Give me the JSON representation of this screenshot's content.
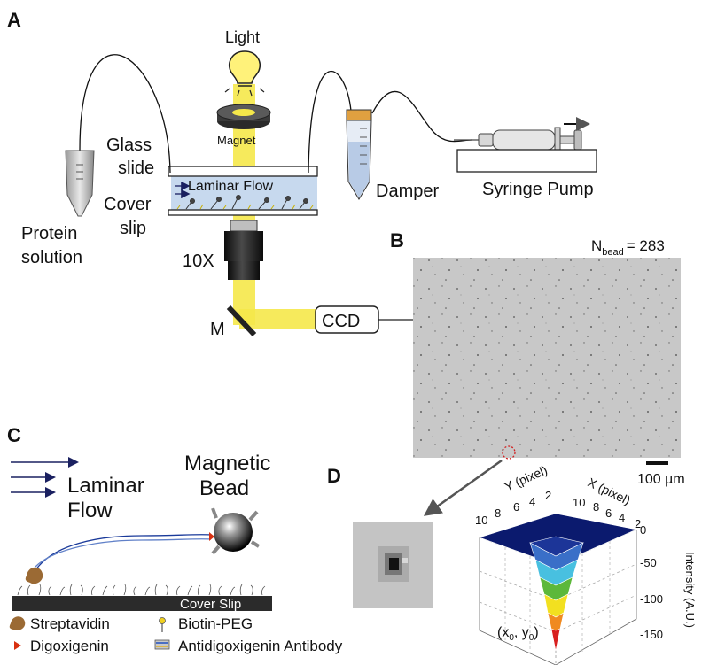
{
  "panels": {
    "a": "A",
    "b": "B",
    "c": "C",
    "d": "D"
  },
  "panel_a": {
    "light": "Light",
    "magnet": "Magnet",
    "glass_slide_1": "Glass",
    "glass_slide_2": "slide",
    "laminar_flow": "Laminar Flow",
    "cover_slip_1": "Cover",
    "cover_slip_2": "slip",
    "protein_1": "Protein",
    "protein_2": "solution",
    "objective": "10X",
    "mirror": "M",
    "ccd": "CCD",
    "damper": "Damper",
    "syringe_pump": "Syringe Pump"
  },
  "panel_b": {
    "n_label": "N",
    "n_sub": "bead",
    "n_value": "= 283",
    "scale_bar": "100 µm"
  },
  "panel_c": {
    "laminar_1": "Laminar",
    "laminar_2": "Flow",
    "bead_1": "Magnetic",
    "bead_2": "Bead",
    "cover_slip": "Cover Slip",
    "legend": {
      "streptavidin": "Streptavidin",
      "biotin_peg": "Biotin-PEG",
      "digoxigenin": "Digoxigenin",
      "antibody": "Antidigoxigenin Antibody"
    }
  },
  "panel_d": {
    "y_axis": "Y (pixel)",
    "x_axis": "X (pixel)",
    "y_ticks": [
      "10",
      "8",
      "6",
      "4",
      "2"
    ],
    "x_ticks": [
      "10",
      "8",
      "6",
      "4",
      "2"
    ],
    "z_label": "Intensity (A.U.)",
    "z_ticks": [
      "0",
      "-50",
      "-100",
      "-150"
    ],
    "center": "(x",
    "center_sub0": "0",
    "center_mid": ", y",
    "center_sub1": "0",
    "center_end": ")"
  },
  "colors": {
    "light_beam": "#f5e84a",
    "flow_cell": "#c7d9ee",
    "surface_dark": "#0b1a6e",
    "surface_blue": "#3a6fc8",
    "surface_cyan": "#48c0e0",
    "surface_green": "#5cb83a",
    "surface_yellow": "#f2e020",
    "surface_orange": "#f08a20",
    "surface_red": "#d82020"
  }
}
